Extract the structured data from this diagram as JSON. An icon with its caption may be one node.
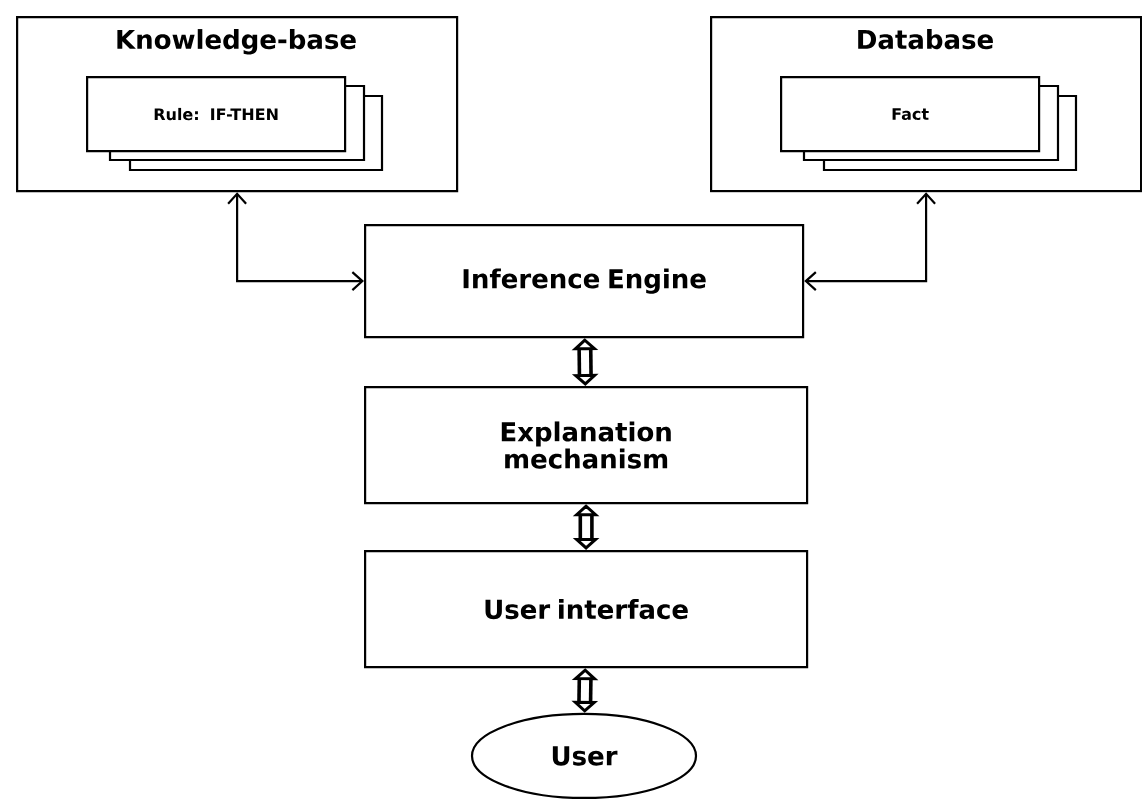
{
  "diagram": {
    "nodes": [
      {
        "text": [
          "Knowledge-base"
        ]
      },
      {
        "text": [
          "Rule: IF-THEN"
        ],
        "in": 0
      },
      {
        "text": [
          "Database"
        ]
      },
      {
        "text": [
          "Fact"
        ],
        "in": 2
      },
      {
        "text": [
          "Inference Engine"
        ]
      },
      {
        "text": [
          "Explanation mechanism"
        ]
      },
      {
        "text": [
          "User interface"
        ]
      },
      {
        "text": [
          "User"
        ]
      }
    ],
    "edges": [
      {
        "from": 0,
        "to": 4,
        "arrow": "both"
      },
      {
        "from": 2,
        "to": 4,
        "arrow": "both"
      },
      {
        "from": 4,
        "to": 5,
        "arrow": "both"
      },
      {
        "from": 5,
        "to": 6,
        "arrow": "both"
      },
      {
        "from": 6,
        "to": 7,
        "arrow": "both"
      }
    ]
  }
}
